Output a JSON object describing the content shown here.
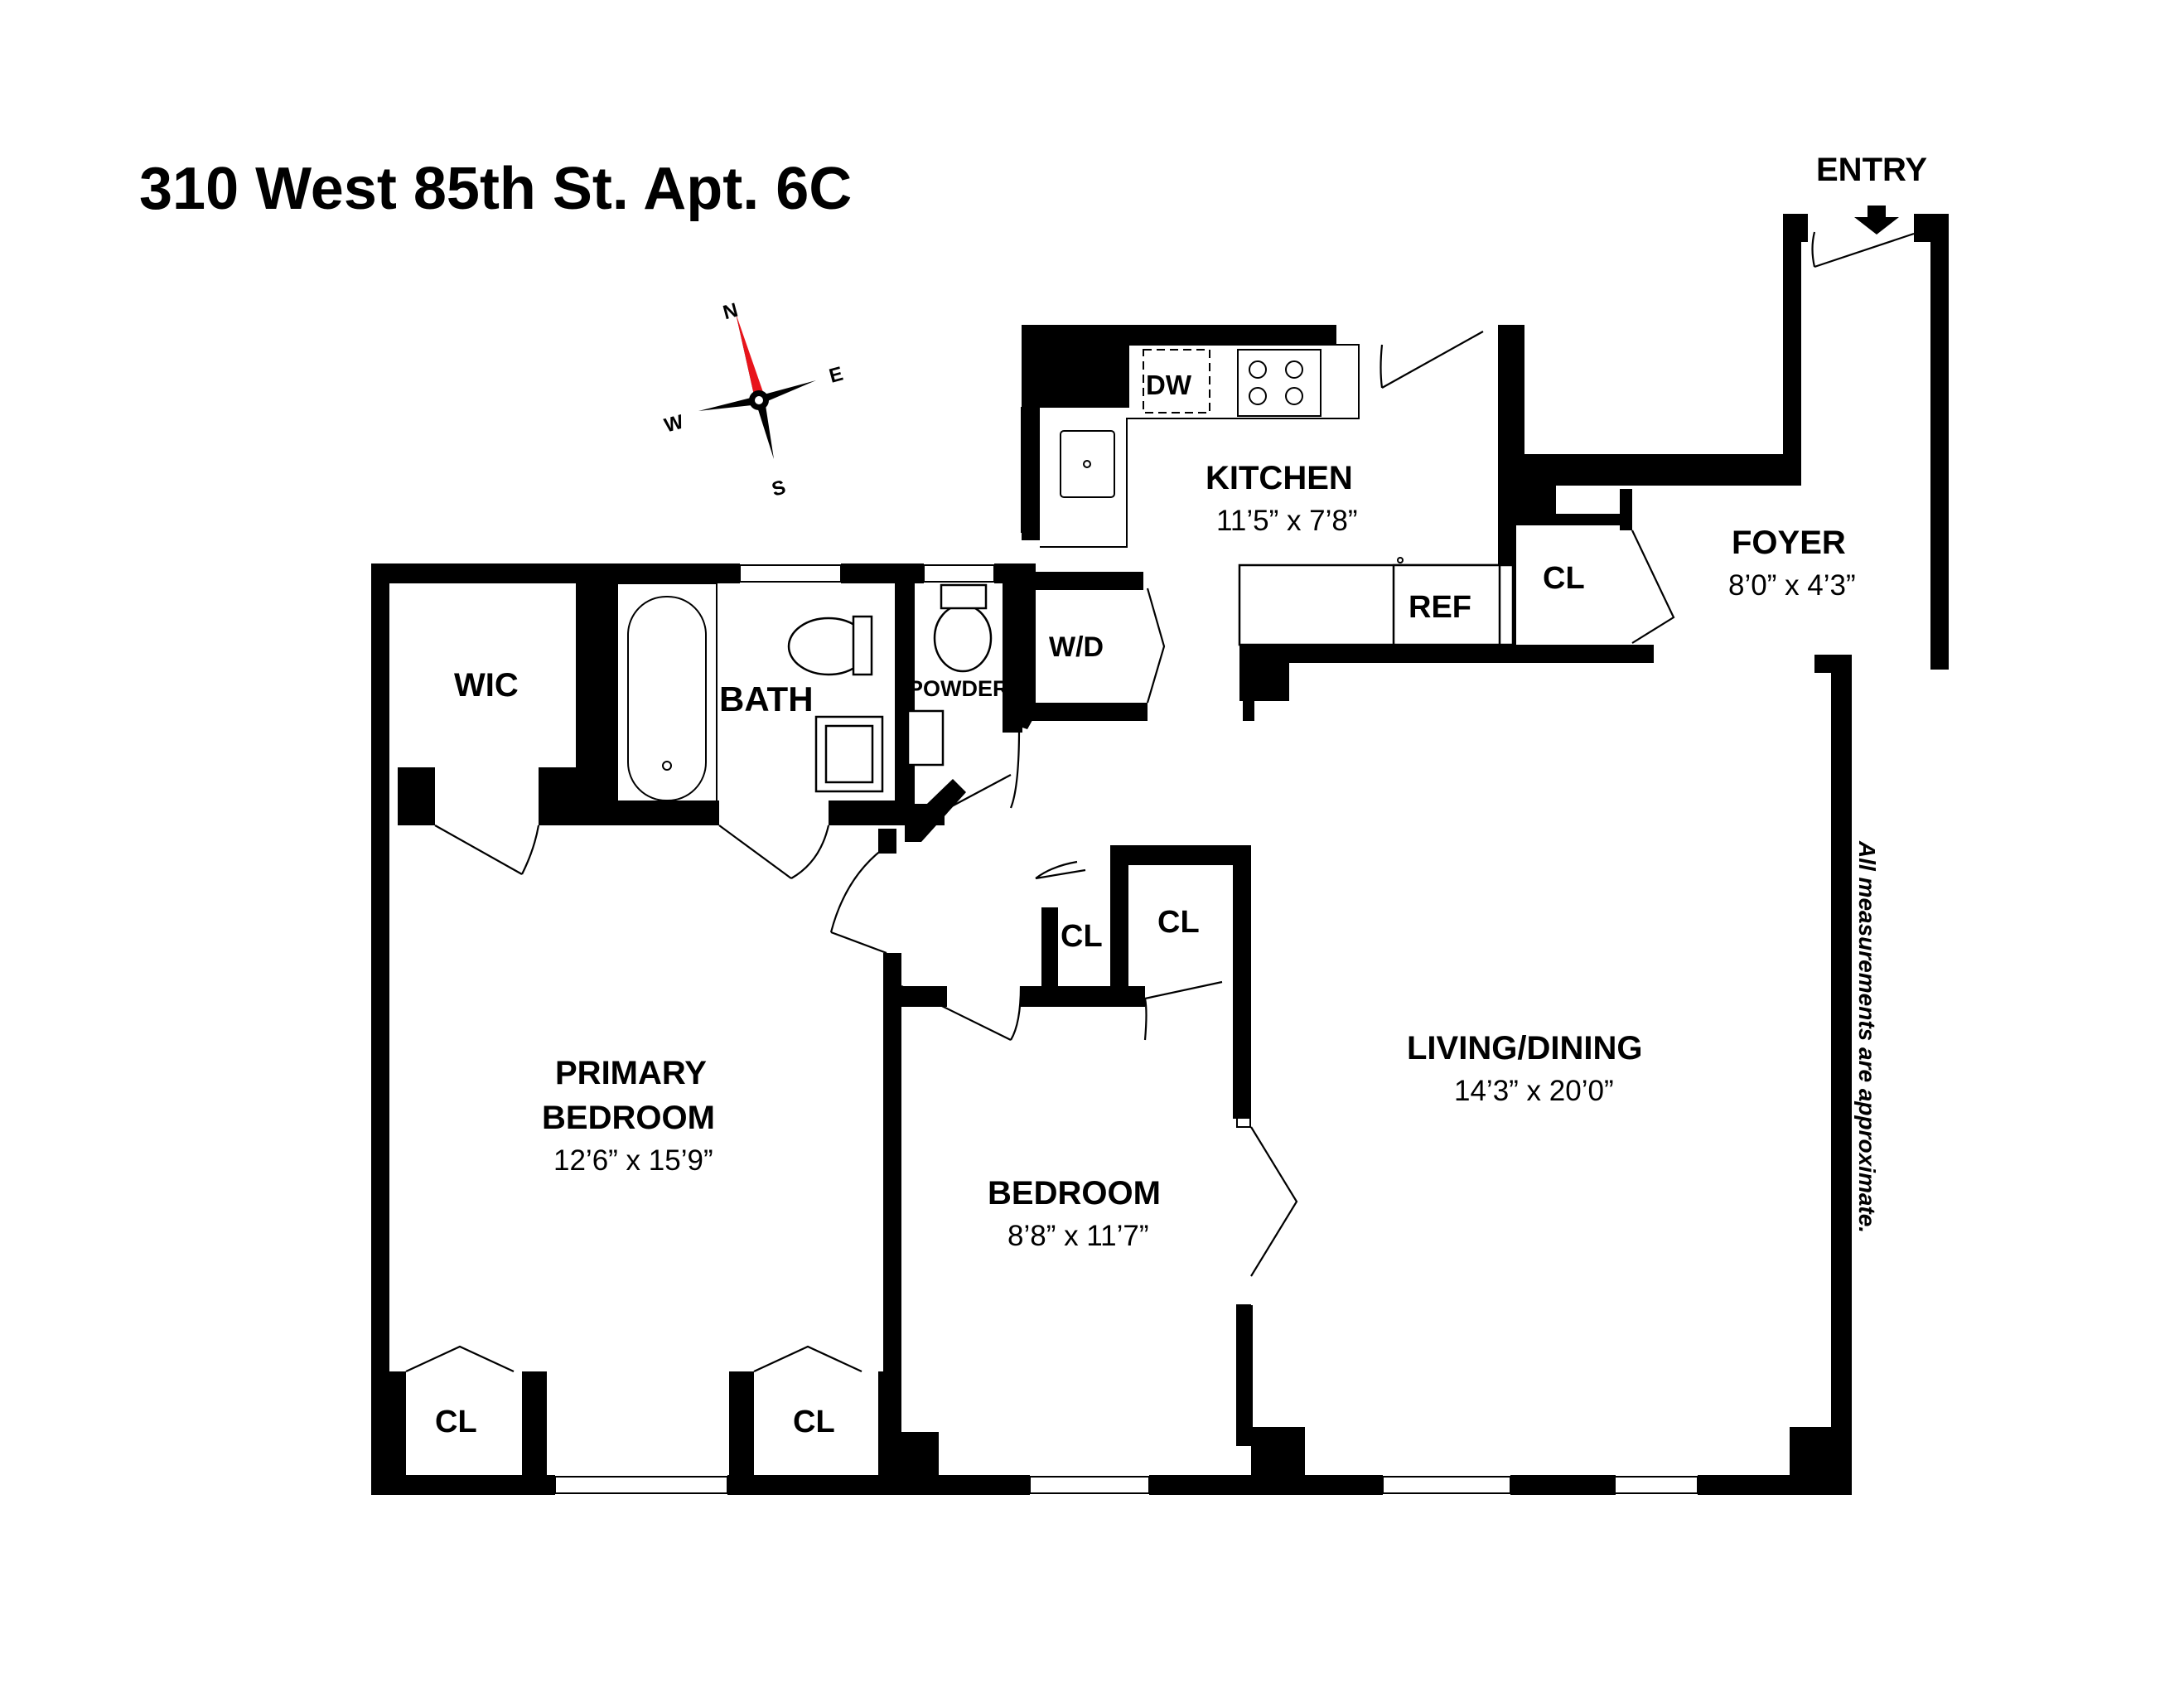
{
  "title": "310 West 85th St. Apt. 6C",
  "entry_label": "ENTRY",
  "note": "All measurements are approximate.",
  "compass": {
    "n": "N",
    "e": "E",
    "s": "S",
    "w": "W",
    "north_color": "#e8141b"
  },
  "rooms": {
    "kitchen": {
      "name": "KITCHEN",
      "dims": "11’5” x 7’8”"
    },
    "foyer": {
      "name": "FOYER",
      "dims": "8’0” x 4’3”"
    },
    "living": {
      "name": "LIVING/DINING",
      "dims": "14’3” x 20’0”"
    },
    "bedroom": {
      "name": "BEDROOM",
      "dims": "8’8” x 11’7”"
    },
    "primary": {
      "name_line1": "PRIMARY",
      "name_line2": "BEDROOM",
      "dims": "12’6” x 15’9”"
    },
    "bath": {
      "name": "BATH"
    },
    "powder": {
      "name": "POWDER"
    },
    "wic": {
      "name": "WIC"
    }
  },
  "fixtures": {
    "dw": "DW",
    "ref": "REF",
    "wd": "W/D",
    "closet": "CL"
  }
}
